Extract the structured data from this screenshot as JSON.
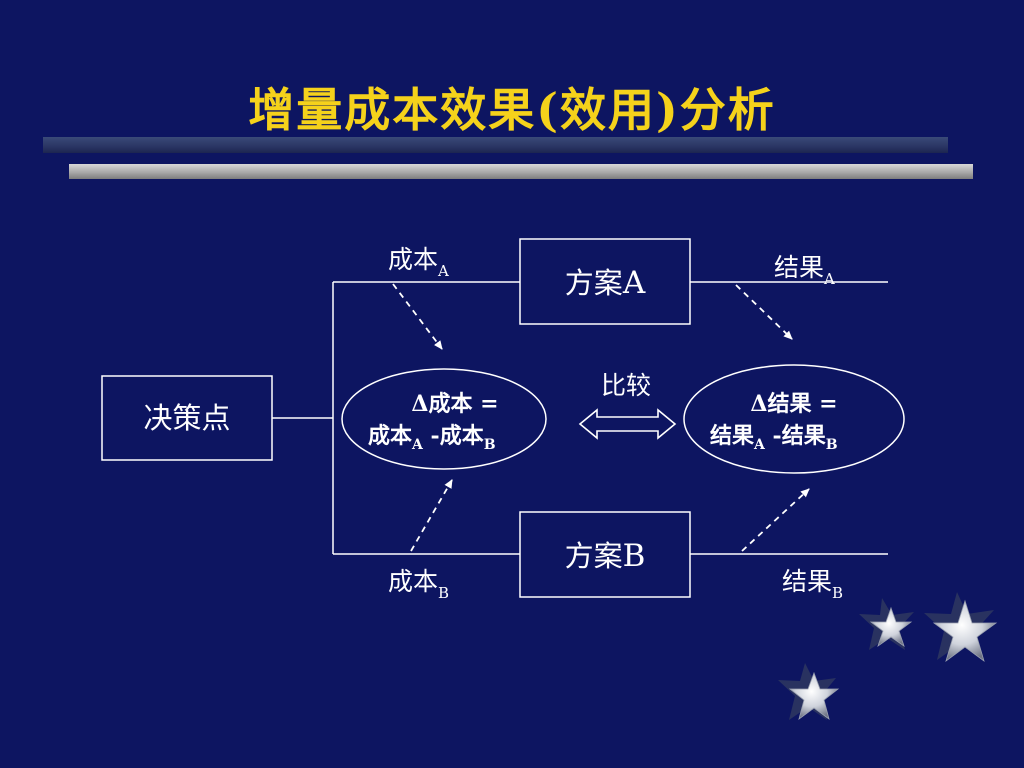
{
  "slide": {
    "title": "增量成本效果(效用)分析",
    "colors": {
      "background": "#0d1561",
      "title": "#f5d21b",
      "line": "#ffffff"
    }
  },
  "diagram": {
    "decision": "决策点",
    "option_a": {
      "text": "方案",
      "letter": "A"
    },
    "option_b": {
      "text": "方案",
      "letter": "B"
    },
    "cost_a": {
      "text": "成本",
      "sub": "A"
    },
    "cost_b": {
      "text": "成本",
      "sub": "B"
    },
    "result_a": {
      "text": "结果",
      "sub": "A"
    },
    "result_b": {
      "text": "结果",
      "sub": "B"
    },
    "compare": "比较",
    "delta_cost": {
      "line1": "Δ成本 =",
      "term1": "成本",
      "term1_sub": "A",
      "minus": " -",
      "term2": "成本",
      "term2_sub": "B"
    },
    "delta_result": {
      "line1": "Δ结果 =",
      "term1": "结果",
      "term1_sub": "A",
      "minus": " -",
      "term2": "结果",
      "term2_sub": "B"
    }
  },
  "decorations": {
    "stars": [
      "star-icon",
      "star-icon",
      "star-icon"
    ]
  }
}
